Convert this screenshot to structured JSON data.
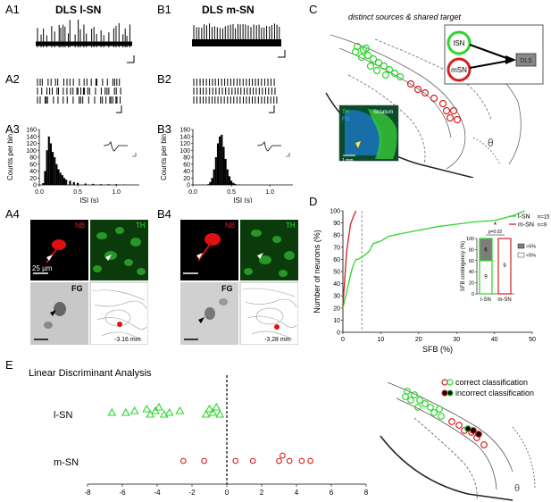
{
  "panels": {
    "A1": "A1",
    "A2": "A2",
    "A3": "A3",
    "A4": "A4",
    "B1": "B1",
    "B2": "B2",
    "B3": "B3",
    "B4": "B4",
    "C": "C",
    "D": "D",
    "E": "E"
  },
  "titles": {
    "A": "DLS l-SN",
    "B": "DLS m-SN"
  },
  "histA": {
    "ylabel": "Counts per bin",
    "xlabel": "ISI (s)",
    "yticks": [
      "0",
      "20",
      "40",
      "60",
      "80",
      "100",
      "120",
      "140",
      "160"
    ],
    "xticks": [
      "0.0",
      "0.5",
      "1.0"
    ]
  },
  "histB": {
    "ylabel": "Counts per bin",
    "xlabel": "ISI (s)",
    "yticks": [
      "0",
      "20",
      "40",
      "60",
      "80",
      "100",
      "120",
      "140",
      "160"
    ],
    "xticks": [
      "0.0",
      "0.5",
      "1.0"
    ]
  },
  "micro": {
    "nb": "NB",
    "th": "TH",
    "fg": "FG",
    "scaleA": "25 µm",
    "depthA": "-3.16 mm",
    "depthB": "-3.28 mm"
  },
  "panelC": {
    "title": "distinct sources & shared target",
    "lsn": "lSN",
    "msn": "mSN",
    "dls": "DLS",
    "inset_th": "TH",
    "inset_fg": "FG",
    "inset_striatum": "Striatum",
    "inset_scale": "1 mm"
  },
  "panelD": {
    "ylabel": "Number of neurons (%)",
    "xlabel": "SFB (%)",
    "yticks": [
      "0",
      "10",
      "20",
      "30",
      "40",
      "50",
      "60",
      "70",
      "80",
      "90",
      "100"
    ],
    "xticks": [
      "0",
      "10",
      "20",
      "30",
      "40",
      "50"
    ],
    "legend": [
      {
        "label": "l-SN",
        "n": "n=15",
        "color": "#2bd62b"
      },
      {
        "label": "m-SN",
        "n": "n=9",
        "color": "#d42020"
      }
    ],
    "inset": {
      "ylabel": "SFB contingency (%)",
      "yticks": [
        "0",
        "20",
        "40",
        "60",
        "80",
        "100"
      ],
      "categories": [
        "l-SN",
        "m-SN"
      ],
      "star": "*",
      "p": "p=0.02",
      "bar_lsn_gray": "6",
      "bar_lsn_white": "9",
      "bar_msn_white": "9",
      "legend_gt": ">5%",
      "legend_lt": "<5%"
    }
  },
  "panelE": {
    "title": "Linear Discriminant Analysis",
    "rows": [
      "l-SN",
      "m-SN"
    ],
    "xticks": [
      "-8",
      "-6",
      "-4",
      "-2",
      "0",
      "2",
      "4",
      "6",
      "8"
    ],
    "legend_correct": "correct classification",
    "legend_incorrect": "incorrect classification"
  },
  "chart_data": [
    {
      "type": "bar",
      "title": "",
      "xlabel": "ISI (s)",
      "ylabel": "Counts per bin",
      "xlim": [
        0,
        1.3
      ],
      "ylim": [
        0,
        160
      ],
      "note": "A3 l-SN ISI histogram",
      "x": [
        0.05,
        0.075,
        0.1,
        0.125,
        0.15,
        0.175,
        0.2,
        0.225,
        0.25,
        0.275,
        0.3,
        0.325,
        0.35,
        0.4,
        0.45,
        0.5,
        0.6,
        0.7,
        0.8,
        0.9,
        1.0,
        1.1
      ],
      "values": [
        5,
        40,
        100,
        140,
        120,
        95,
        80,
        60,
        45,
        35,
        28,
        20,
        15,
        12,
        8,
        6,
        4,
        3,
        2,
        2,
        2,
        1
      ]
    },
    {
      "type": "bar",
      "title": "",
      "xlabel": "ISI (s)",
      "ylabel": "Counts per bin",
      "xlim": [
        0,
        1.3
      ],
      "ylim": [
        0,
        160
      ],
      "note": "B3 m-SN ISI histogram",
      "x": [
        0.2,
        0.225,
        0.25,
        0.275,
        0.3,
        0.325,
        0.35,
        0.375,
        0.4,
        0.425,
        0.45,
        0.475,
        0.5,
        0.525,
        0.55,
        0.6
      ],
      "values": [
        2,
        8,
        20,
        45,
        80,
        120,
        140,
        145,
        110,
        75,
        45,
        25,
        12,
        6,
        3,
        1
      ]
    },
    {
      "type": "line",
      "title": "",
      "xlabel": "SFB (%)",
      "ylabel": "Number of neurons (%)",
      "xlim": [
        0,
        50
      ],
      "ylim": [
        0,
        100
      ],
      "series": [
        {
          "name": "l-SN",
          "x": [
            0,
            0.5,
            1,
            1.5,
            2,
            2.5,
            3,
            3.5,
            4,
            5,
            6,
            7,
            8,
            10,
            12,
            15,
            20,
            25,
            30,
            35,
            40,
            45,
            48
          ],
          "y": [
            20,
            27,
            33,
            40,
            47,
            53,
            57,
            60,
            60,
            62,
            64,
            67,
            73,
            75,
            79,
            81,
            84,
            87,
            89,
            91,
            92,
            96,
            100
          ]
        },
        {
          "name": "m-SN",
          "x": [
            0,
            0.5,
            1,
            1.5,
            2,
            2.5,
            3,
            3.5
          ],
          "y": [
            22,
            45,
            67,
            78,
            89,
            93,
            97,
            100
          ]
        }
      ],
      "annotations": [
        "vertical dashed line at SFB = 5"
      ]
    },
    {
      "type": "bar",
      "title": "",
      "ylabel": "SFB contingency (%)",
      "categories": [
        "l-SN",
        "m-SN"
      ],
      "ylim": [
        0,
        100
      ],
      "series": [
        {
          "name": ">5%",
          "values": [
            40,
            0
          ],
          "counts": [
            6,
            0
          ]
        },
        {
          "name": "<5%",
          "values": [
            60,
            100
          ],
          "counts": [
            9,
            9
          ]
        }
      ],
      "annotations": [
        "*",
        "p=0.02"
      ]
    },
    {
      "type": "scatter",
      "title": "Linear Discriminant Analysis",
      "xlim": [
        -8,
        8
      ],
      "series": [
        {
          "name": "l-SN",
          "x": [
            -6.6,
            -5.8,
            -5.3,
            -4.6,
            -4.4,
            -4.1,
            -3.9,
            -3.6,
            -3.3,
            -2.7,
            -1.2,
            -1.0,
            -0.8,
            -0.6,
            -0.4
          ],
          "y": [
            0.1,
            0.1,
            0.15,
            0.2,
            0.05,
            0.15,
            0.25,
            0.05,
            0.1,
            0.15,
            0.05,
            0.2,
            0.1,
            0.25,
            0.05
          ]
        },
        {
          "name": "m-SN",
          "x": [
            -2.5,
            -1.3,
            0.5,
            1.5,
            3.0,
            3.2,
            3.6,
            4.3,
            4.8
          ],
          "y": [
            0,
            0,
            0,
            0,
            0,
            0.15,
            0,
            0,
            0
          ]
        }
      ]
    }
  ]
}
